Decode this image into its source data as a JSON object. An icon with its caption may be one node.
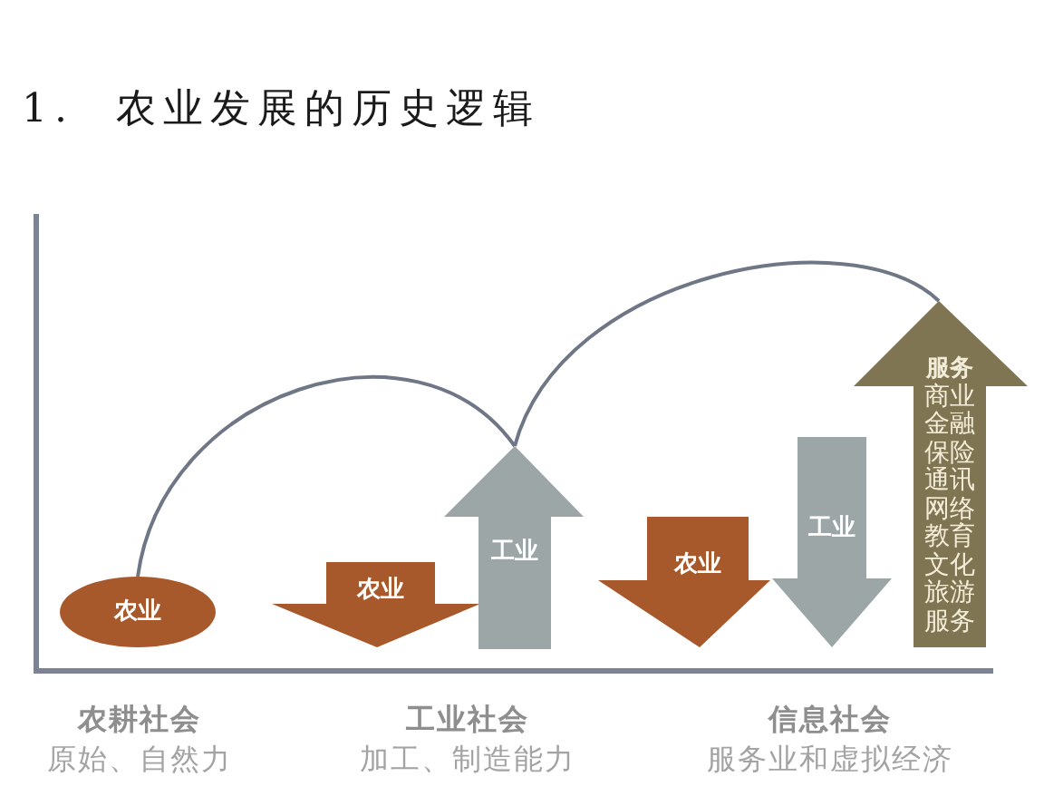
{
  "diagram": {
    "title": "1. 农业发展的历史逻辑",
    "nodes": [
      {
        "text": [
          "农业"
        ]
      },
      {
        "text": [
          "农业"
        ]
      },
      {
        "text": [
          "工业"
        ]
      },
      {
        "text": [
          "农业"
        ]
      },
      {
        "text": [
          "工业"
        ]
      },
      {
        "text": [
          "服务",
          "商业金融保险通讯网络教育文化旅游服务"
        ]
      }
    ],
    "edges": [
      {
        "from": 0,
        "to": 2,
        "arrow": "none"
      },
      {
        "from": 2,
        "to": 5,
        "arrow": "none"
      }
    ],
    "labels": [
      "农耕社会",
      "原始、自然力",
      "工业社会",
      "加工、制造能力",
      "信息社会",
      "服务业和虚拟经济"
    ]
  }
}
